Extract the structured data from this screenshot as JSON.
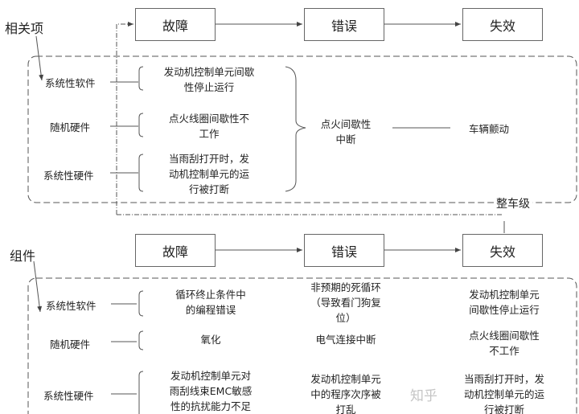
{
  "stages": [
    "故障",
    "错误",
    "失效"
  ],
  "vehicle_level": {
    "title": "相关项",
    "region_label": "整车级",
    "rows": [
      {
        "type": "系统性软件",
        "fault": "发动机控制单元间歇\n性停止运行"
      },
      {
        "type": "随机硬件",
        "fault": "点火线圈间歇性不\n工作"
      },
      {
        "type": "系统性硬件",
        "fault": "当雨刮打开时，发\n动机控制单元的运\n行被打断"
      }
    ],
    "error": "点火间歇性\n中断",
    "failure": "车辆颤动"
  },
  "component_level": {
    "title": "组件",
    "rows": [
      {
        "type": "系统性软件",
        "fault": "循环终止条件中\n的编程错误",
        "error": "非预期的死循环\n（导致看门狗复\n位）",
        "failure": "发动机控制单元\n间歇性停止运行"
      },
      {
        "type": "随机硬件",
        "fault": "氧化",
        "error": "电气连接中断",
        "failure": "点火线圈间歇性\n不工作"
      },
      {
        "type": "系统性硬件",
        "fault": "发动机控制单元对\n雨刮线束EMC敏感\n性的抗扰能力不足",
        "error": "发动机控制单元\n中的程序次序被\n打乱",
        "failure": "当雨刮打开时，发\n动机控制单元的运\n行被打断"
      }
    ]
  },
  "watermark": "知乎"
}
